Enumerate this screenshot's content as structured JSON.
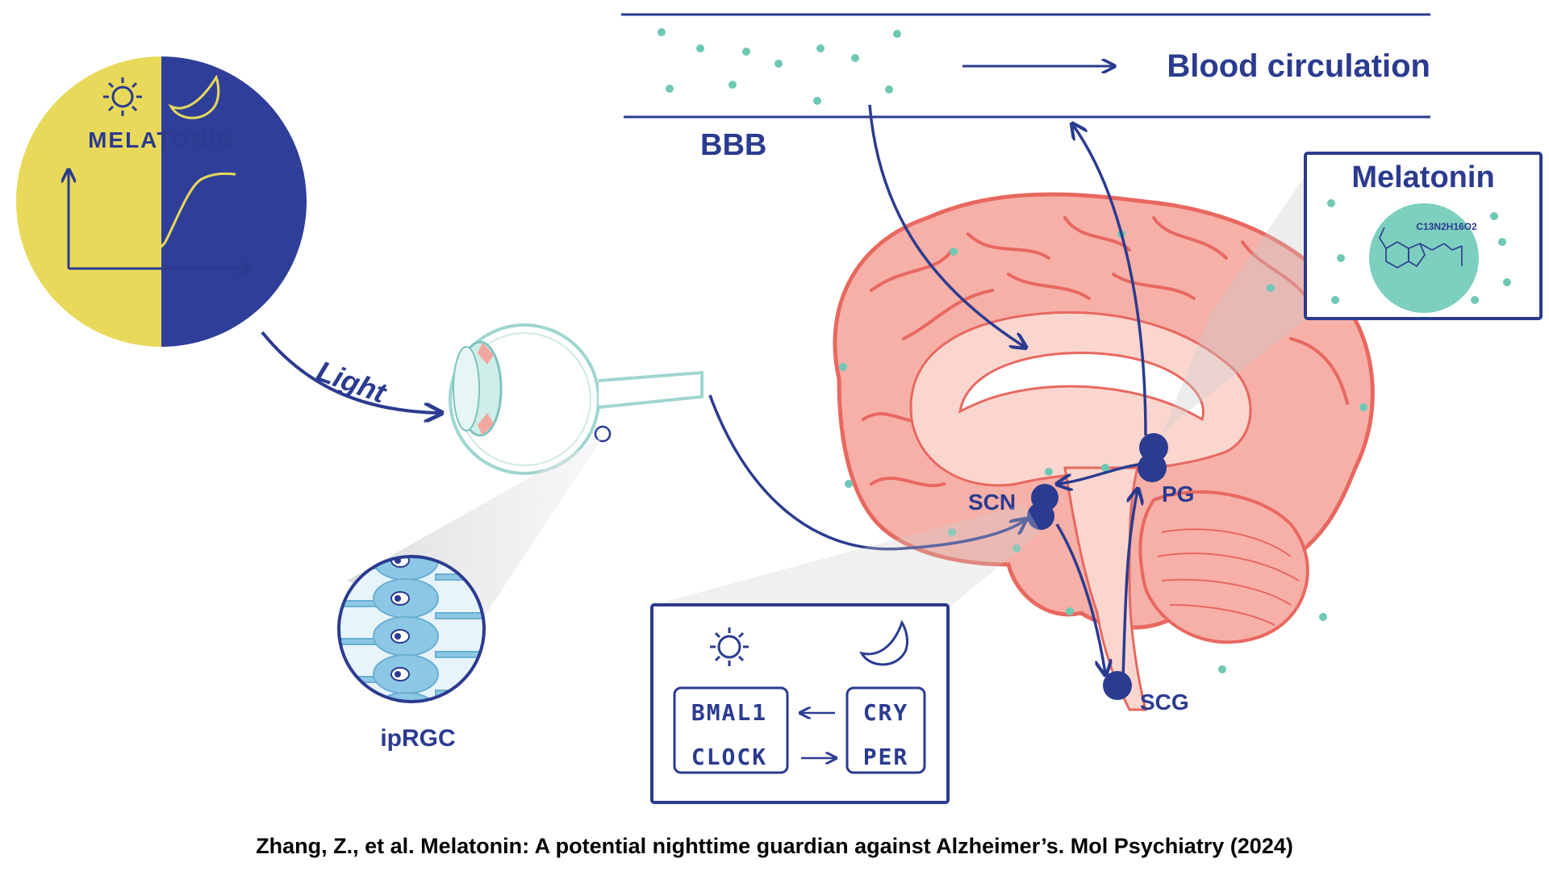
{
  "colors": {
    "navy": "#2b3b8f",
    "yellow": "#e8d95a",
    "teal": "#6ec8b4",
    "brain_red": "#e8685f",
    "brain_pink": "#f6c4bc",
    "eye_teal": "#9fd6d0",
    "cell_blue": "#8cc8e6"
  },
  "icons": [
    "sun-icon",
    "moon-icon"
  ],
  "melatonin_clock": {
    "title": "MELATONIN"
  },
  "light_label": "Light",
  "blood": {
    "label": "Blood circulation",
    "bbb_label": "BBB"
  },
  "molecule": {
    "title": "Melatonin",
    "formula": "C13N2H16O2"
  },
  "regions": {
    "scn": "SCN",
    "pg": "PG",
    "scg": "SCG"
  },
  "iprgc_label": "ipRGC",
  "clock_genes": {
    "bmal1": "BMAL1",
    "clock": "CLOCK",
    "cry": "CRY",
    "per": "PER"
  },
  "citation": "Zhang, Z., et al. Melatonin: A potential nighttime guardian against Alzheimer’s. Mol Psychiatry (2024)"
}
